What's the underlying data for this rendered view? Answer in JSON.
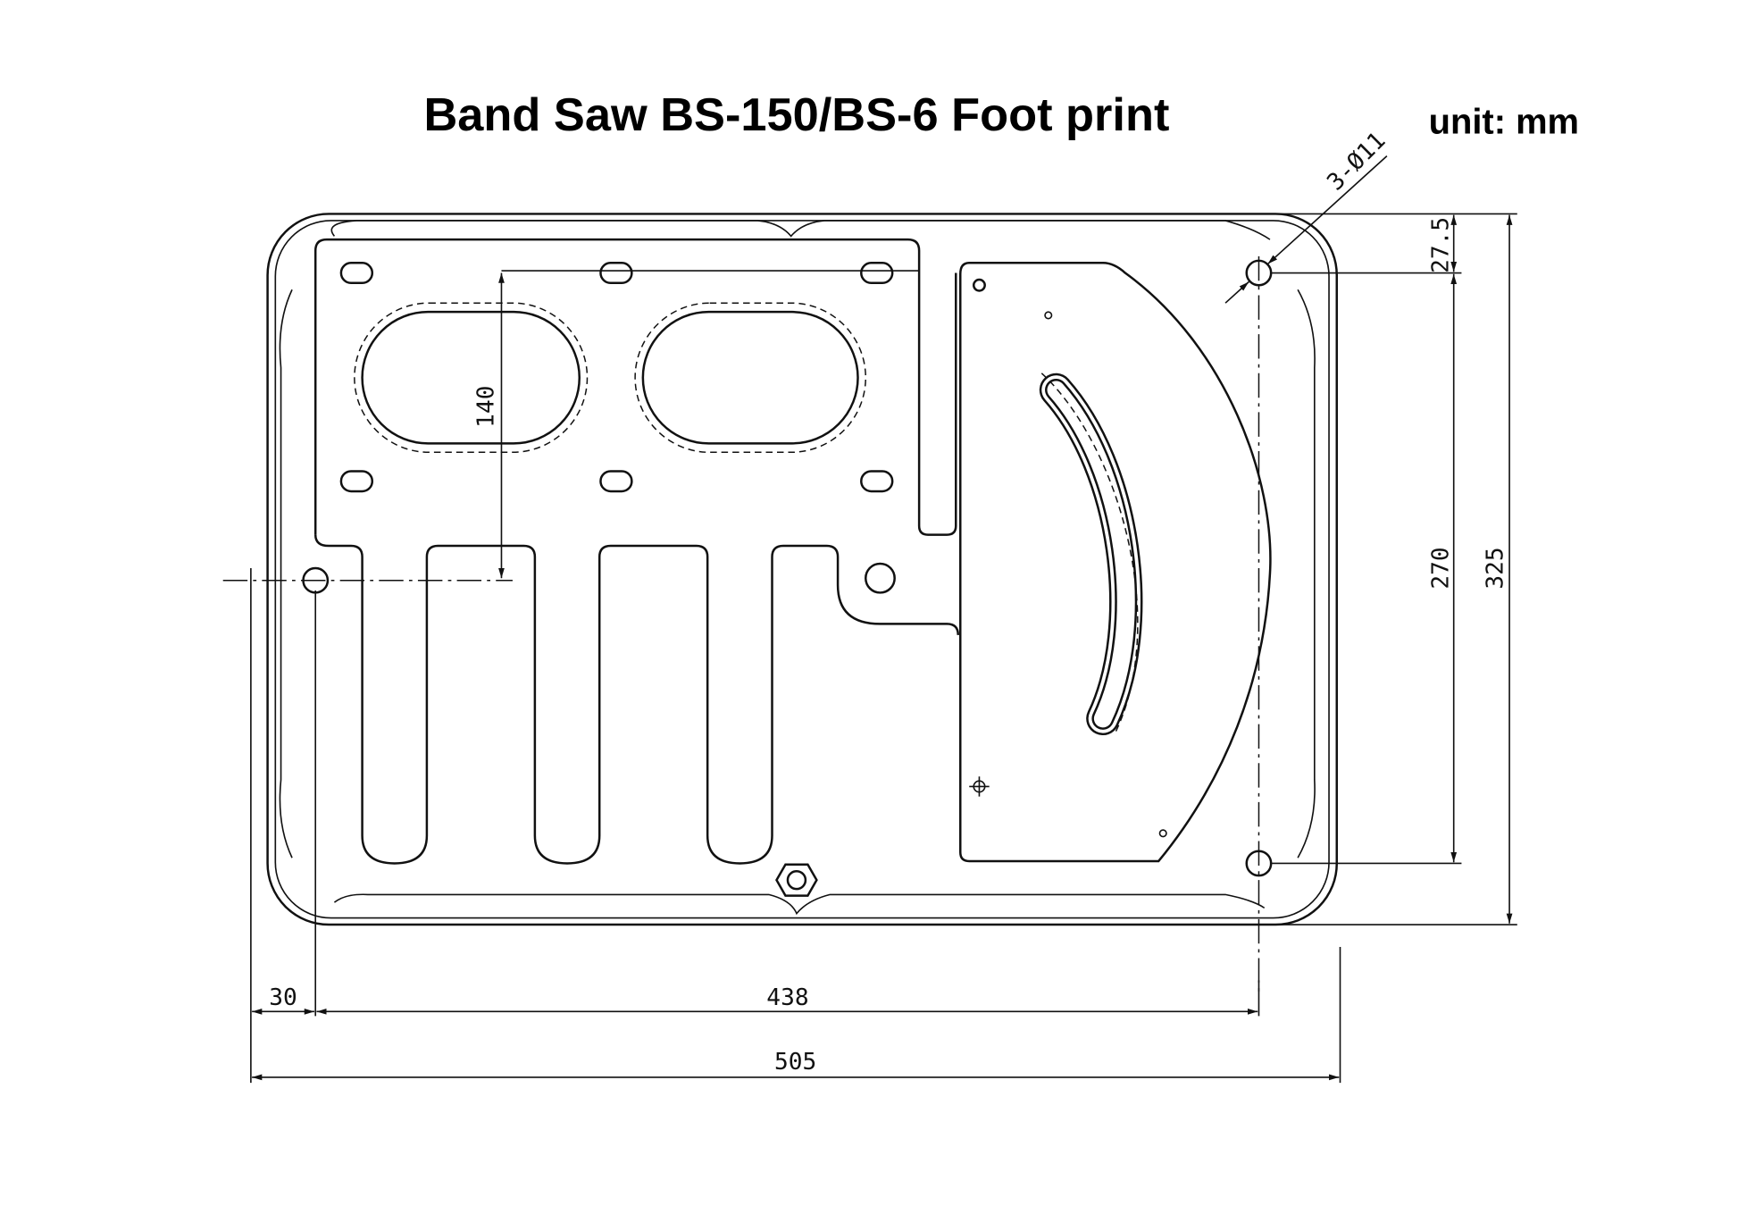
{
  "title": "Band Saw BS-150/BS-6 Foot print",
  "unit": "unit: mm",
  "dimensions": {
    "hole_callout": "3-Ø11",
    "top_offset": "27.5",
    "hole_spacing_vertical": "270",
    "overall_depth": "325",
    "slot_spacing": "140",
    "left_offset": "30",
    "hole_spacing_horizontal": "438",
    "overall_width": "505"
  }
}
